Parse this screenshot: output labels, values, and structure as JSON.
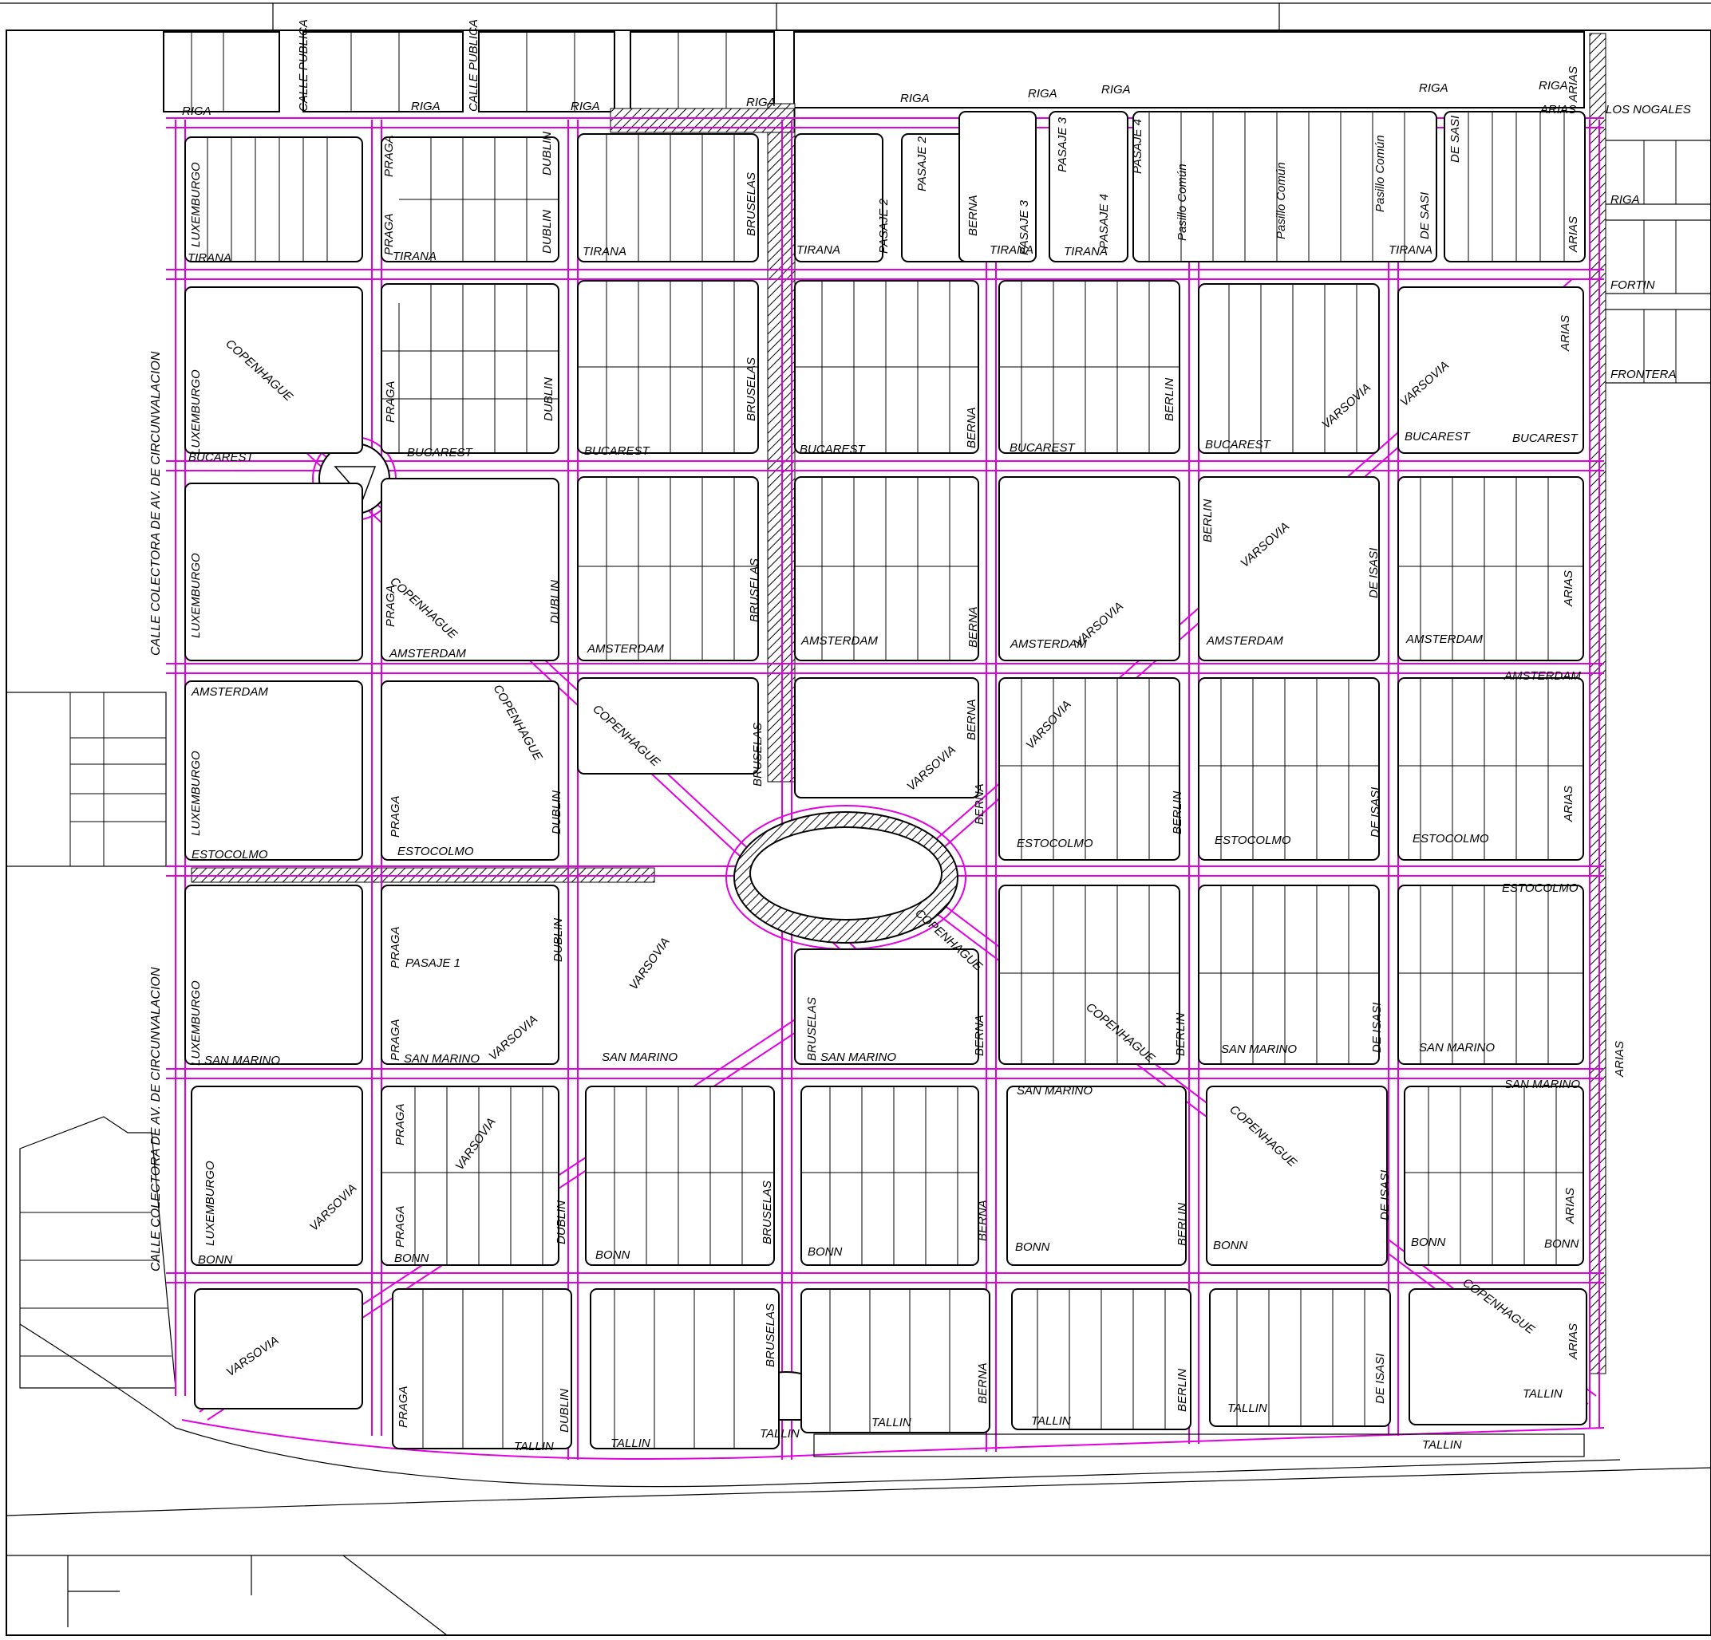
{
  "map": {
    "streets": {
      "riga": "RIGA",
      "calle_publica": "CALLE PUBLICA",
      "tirana": "TIRANA",
      "bucarest": "BUCAREST",
      "amsterdam": "AMSTERDAM",
      "estocolmo": "ESTOCOLMO",
      "pasaje_1": "PASAJE 1",
      "pasaje_2": "PASAJE 2",
      "pasaje_3": "PASAJE 3",
      "pasaje_4": "PASAJE 4",
      "san_marino": "SAN MARINO",
      "bonn": "BONN",
      "tallin": "TALLIN",
      "luxemburgo": "LUXEMBURGO",
      "praga": "PRAGA",
      "dublin": "DUBLIN",
      "bruselas": "BRUSELAS",
      "berna": "BERNA",
      "berlin": "BERLIN",
      "de_isasi": "DE ISASI",
      "de_sasi": "DE SASI",
      "arias": "ARIAS",
      "copenhague": "COPENHAGUE",
      "varsovia": "VARSOVIA",
      "los_nogales": "LOS NOGALES",
      "fortin": "FORTIN",
      "frontera": "FRONTERA",
      "pasillo_comun": "Pasillo Común",
      "calle_colectora": "CALLE COLECTORA DE AV. DE CIRCUNVALACION"
    },
    "colors": {
      "road_edge": "#e000e0",
      "block_outline": "#000000",
      "background": "#ffffff"
    }
  }
}
